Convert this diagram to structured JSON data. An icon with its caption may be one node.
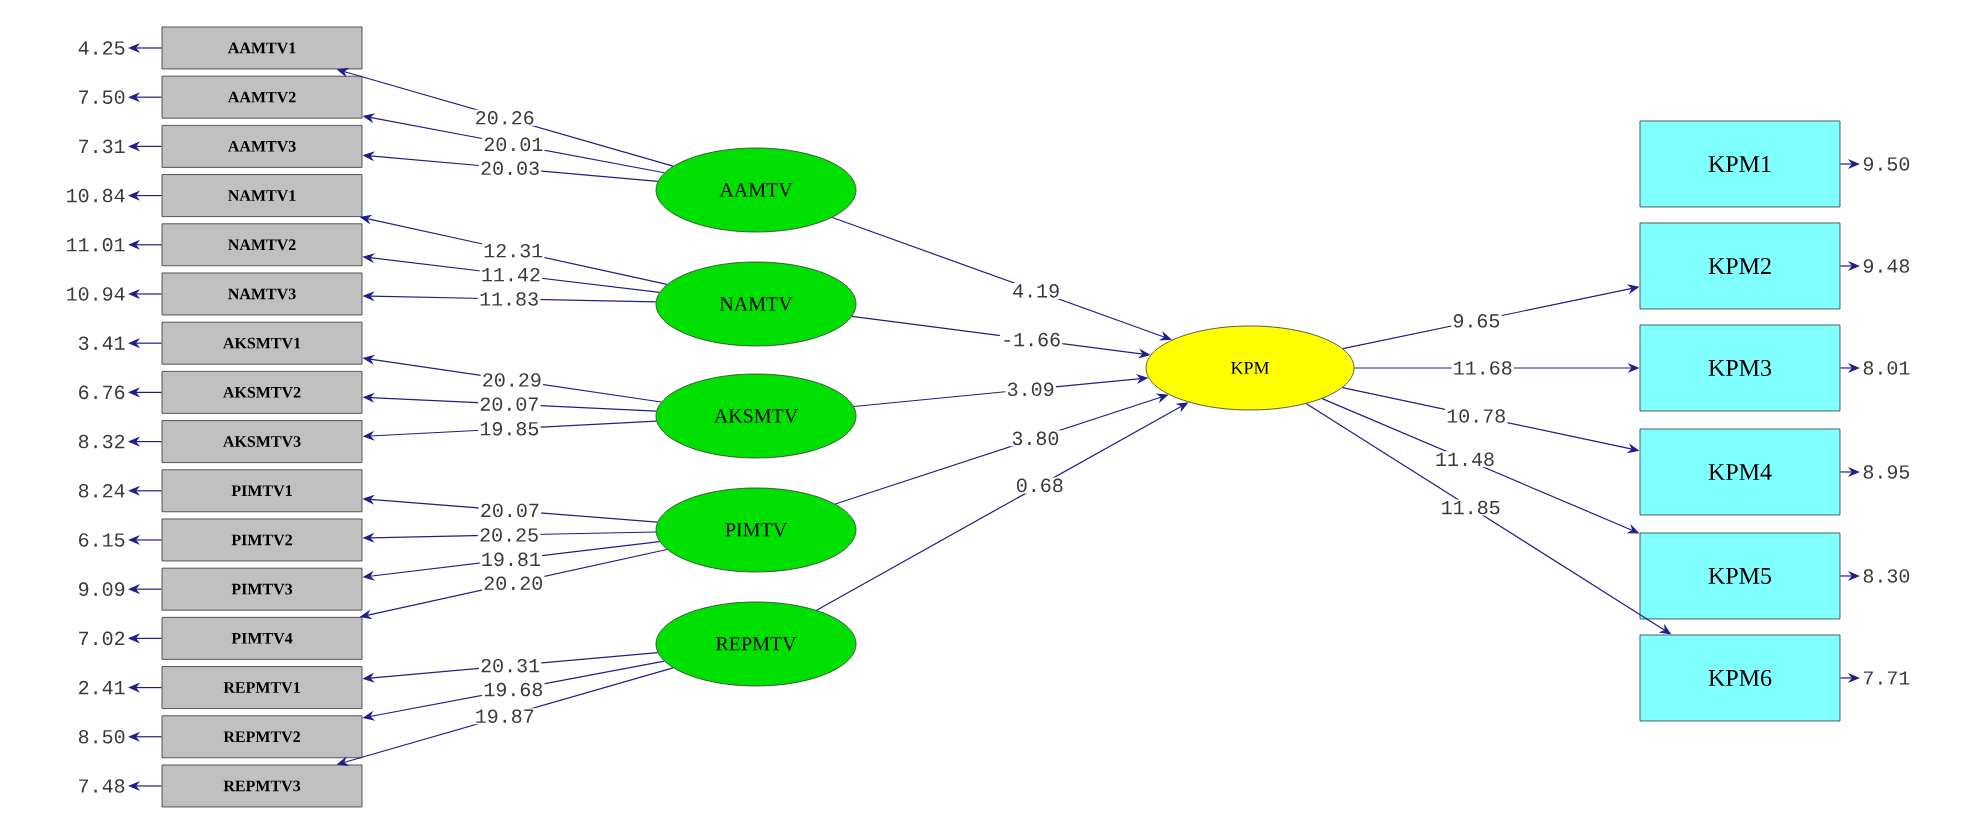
{
  "diagram": {
    "nodes": [
      {
        "text": [
          "AAMTV1"
        ]
      },
      {
        "text": [
          "AAMTV2"
        ]
      },
      {
        "text": [
          "AAMTV3"
        ]
      },
      {
        "text": [
          "NAMTV1"
        ]
      },
      {
        "text": [
          "NAMTV2"
        ]
      },
      {
        "text": [
          "NAMTV3"
        ]
      },
      {
        "text": [
          "AKSMTV1"
        ]
      },
      {
        "text": [
          "AKSMTV2"
        ]
      },
      {
        "text": [
          "AKSMTV3"
        ]
      },
      {
        "text": [
          "PIMTV1"
        ]
      },
      {
        "text": [
          "PIMTV2"
        ]
      },
      {
        "text": [
          "PIMTV3"
        ]
      },
      {
        "text": [
          "PIMTV4"
        ]
      },
      {
        "text": [
          "REPMTV1"
        ]
      },
      {
        "text": [
          "REPMTV2"
        ]
      },
      {
        "text": [
          "REPMTV3"
        ]
      },
      {
        "text": [
          "4.25"
        ]
      },
      {
        "text": [
          "7.50"
        ]
      },
      {
        "text": [
          "7.31"
        ]
      },
      {
        "text": [
          "10.84"
        ]
      },
      {
        "text": [
          "11.01"
        ]
      },
      {
        "text": [
          "10.94"
        ]
      },
      {
        "text": [
          "3.41"
        ]
      },
      {
        "text": [
          "6.76"
        ]
      },
      {
        "text": [
          "8.32"
        ]
      },
      {
        "text": [
          "8.24"
        ]
      },
      {
        "text": [
          "6.15"
        ]
      },
      {
        "text": [
          "9.09"
        ]
      },
      {
        "text": [
          "7.02"
        ]
      },
      {
        "text": [
          "2.41"
        ]
      },
      {
        "text": [
          "8.50"
        ]
      },
      {
        "text": [
          "7.48"
        ]
      },
      {
        "text": [
          "AAMTV"
        ]
      },
      {
        "text": [
          "NAMTV"
        ]
      },
      {
        "text": [
          "AKSMTV"
        ]
      },
      {
        "text": [
          "PIMTV"
        ]
      },
      {
        "text": [
          "REPMTV"
        ]
      },
      {
        "text": [
          "KPM"
        ]
      },
      {
        "text": [
          "KPM1"
        ]
      },
      {
        "text": [
          "KPM2"
        ]
      },
      {
        "text": [
          "KPM3"
        ]
      },
      {
        "text": [
          "KPM4"
        ]
      },
      {
        "text": [
          "KPM5"
        ]
      },
      {
        "text": [
          "KPM6"
        ]
      },
      {
        "text": [
          "9.50"
        ]
      },
      {
        "text": [
          "9.48"
        ]
      },
      {
        "text": [
          "8.01"
        ]
      },
      {
        "text": [
          "8.95"
        ]
      },
      {
        "text": [
          "8.30"
        ]
      },
      {
        "text": [
          "7.71"
        ]
      }
    ],
    "edges": [
      {
        "from": 32,
        "to": 0,
        "arrow": "to",
        "label": "20.26"
      },
      {
        "from": 32,
        "to": 1,
        "arrow": "to",
        "label": "20.01"
      },
      {
        "from": 32,
        "to": 2,
        "arrow": "to",
        "label": "20.03"
      },
      {
        "from": 33,
        "to": 3,
        "arrow": "to",
        "label": "12.31"
      },
      {
        "from": 33,
        "to": 4,
        "arrow": "to",
        "label": "11.42"
      },
      {
        "from": 33,
        "to": 5,
        "arrow": "to",
        "label": "11.83"
      },
      {
        "from": 34,
        "to": 6,
        "arrow": "to",
        "label": "20.29"
      },
      {
        "from": 34,
        "to": 7,
        "arrow": "to",
        "label": "20.07"
      },
      {
        "from": 34,
        "to": 8,
        "arrow": "to",
        "label": "19.85"
      },
      {
        "from": 35,
        "to": 9,
        "arrow": "to",
        "label": "20.07"
      },
      {
        "from": 35,
        "to": 10,
        "arrow": "to",
        "label": "20.25"
      },
      {
        "from": 35,
        "to": 11,
        "arrow": "to",
        "label": "19.81"
      },
      {
        "from": 35,
        "to": 12,
        "arrow": "to",
        "label": "20.20"
      },
      {
        "from": 36,
        "to": 13,
        "arrow": "to",
        "label": "20.31"
      },
      {
        "from": 36,
        "to": 14,
        "arrow": "to",
        "label": "19.68"
      },
      {
        "from": 36,
        "to": 15,
        "arrow": "to",
        "label": "19.87"
      },
      {
        "from": 0,
        "to": 16,
        "arrow": "to"
      },
      {
        "from": 1,
        "to": 17,
        "arrow": "to"
      },
      {
        "from": 2,
        "to": 18,
        "arrow": "to"
      },
      {
        "from": 3,
        "to": 19,
        "arrow": "to"
      },
      {
        "from": 4,
        "to": 20,
        "arrow": "to"
      },
      {
        "from": 5,
        "to": 21,
        "arrow": "to"
      },
      {
        "from": 6,
        "to": 22,
        "arrow": "to"
      },
      {
        "from": 7,
        "to": 23,
        "arrow": "to"
      },
      {
        "from": 8,
        "to": 24,
        "arrow": "to"
      },
      {
        "from": 9,
        "to": 25,
        "arrow": "to"
      },
      {
        "from": 10,
        "to": 26,
        "arrow": "to"
      },
      {
        "from": 11,
        "to": 27,
        "arrow": "to"
      },
      {
        "from": 12,
        "to": 28,
        "arrow": "to"
      },
      {
        "from": 13,
        "to": 29,
        "arrow": "to"
      },
      {
        "from": 14,
        "to": 30,
        "arrow": "to"
      },
      {
        "from": 15,
        "to": 31,
        "arrow": "to"
      },
      {
        "from": 32,
        "to": 37,
        "arrow": "to",
        "label": "4.19"
      },
      {
        "from": 33,
        "to": 37,
        "arrow": "to",
        "label": "-1.66"
      },
      {
        "from": 34,
        "to": 37,
        "arrow": "to",
        "label": "3.09"
      },
      {
        "from": 35,
        "to": 37,
        "arrow": "to",
        "label": "3.80"
      },
      {
        "from": 36,
        "to": 37,
        "arrow": "to",
        "label": "0.68"
      },
      {
        "from": 37,
        "to": 39,
        "arrow": "to",
        "label": "9.65"
      },
      {
        "from": 37,
        "to": 40,
        "arrow": "to",
        "label": "11.68"
      },
      {
        "from": 37,
        "to": 41,
        "arrow": "to",
        "label": "10.78"
      },
      {
        "from": 37,
        "to": 42,
        "arrow": "to",
        "label": "11.48"
      },
      {
        "from": 37,
        "to": 43,
        "arrow": "to",
        "label": "11.85"
      },
      {
        "from": 38,
        "to": 44,
        "arrow": "to"
      },
      {
        "from": 39,
        "to": 45,
        "arrow": "to"
      },
      {
        "from": 40,
        "to": 46,
        "arrow": "to"
      },
      {
        "from": 41,
        "to": 47,
        "arrow": "to"
      },
      {
        "from": 42,
        "to": 48,
        "arrow": "to"
      },
      {
        "from": 43,
        "to": 49,
        "arrow": "to"
      }
    ]
  }
}
